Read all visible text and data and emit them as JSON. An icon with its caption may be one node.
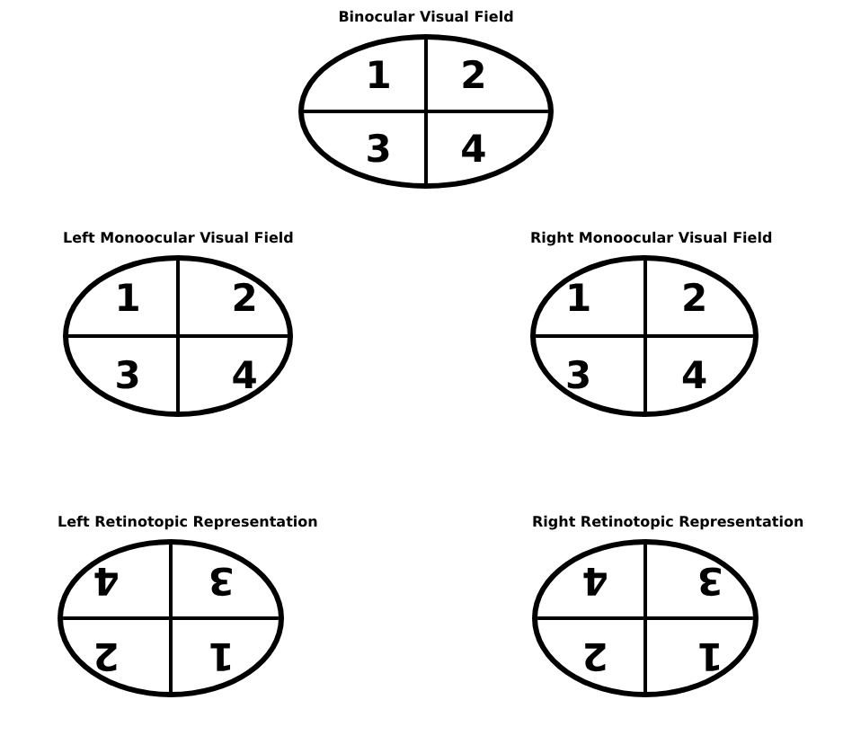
{
  "diagram": {
    "nodes": [
      {
        "text": [
          "Binocular Visual Field"
        ]
      },
      {
        "text": [
          "1"
        ],
        "in": 0
      },
      {
        "text": [
          "2"
        ],
        "in": 0
      },
      {
        "text": [
          "3"
        ],
        "in": 0
      },
      {
        "text": [
          "4"
        ],
        "in": 0
      },
      {
        "text": [
          "Left Monoocular Visual Field"
        ]
      },
      {
        "text": [
          "1"
        ],
        "in": 5
      },
      {
        "text": [
          "2"
        ],
        "in": 5
      },
      {
        "text": [
          "3"
        ],
        "in": 5
      },
      {
        "text": [
          "4"
        ],
        "in": 5
      },
      {
        "text": [
          "Right Monoocular Visual Field"
        ]
      },
      {
        "text": [
          "1"
        ],
        "in": 10
      },
      {
        "text": [
          "2"
        ],
        "in": 10
      },
      {
        "text": [
          "3"
        ],
        "in": 10
      },
      {
        "text": [
          "4"
        ],
        "in": 10
      },
      {
        "text": [
          "Left Retinotopic Representation"
        ]
      },
      {
        "text": [
          "4"
        ],
        "in": 15
      },
      {
        "text": [
          "3"
        ],
        "in": 15
      },
      {
        "text": [
          "2"
        ],
        "in": 15
      },
      {
        "text": [
          "1"
        ],
        "in": 15
      },
      {
        "text": [
          "Right Retinotopic Representation"
        ]
      },
      {
        "text": [
          "4"
        ],
        "in": 20
      },
      {
        "text": [
          "3"
        ],
        "in": 20
      },
      {
        "text": [
          "2"
        ],
        "in": 20
      },
      {
        "text": [
          "1"
        ],
        "in": 20
      }
    ],
    "edges": []
  }
}
